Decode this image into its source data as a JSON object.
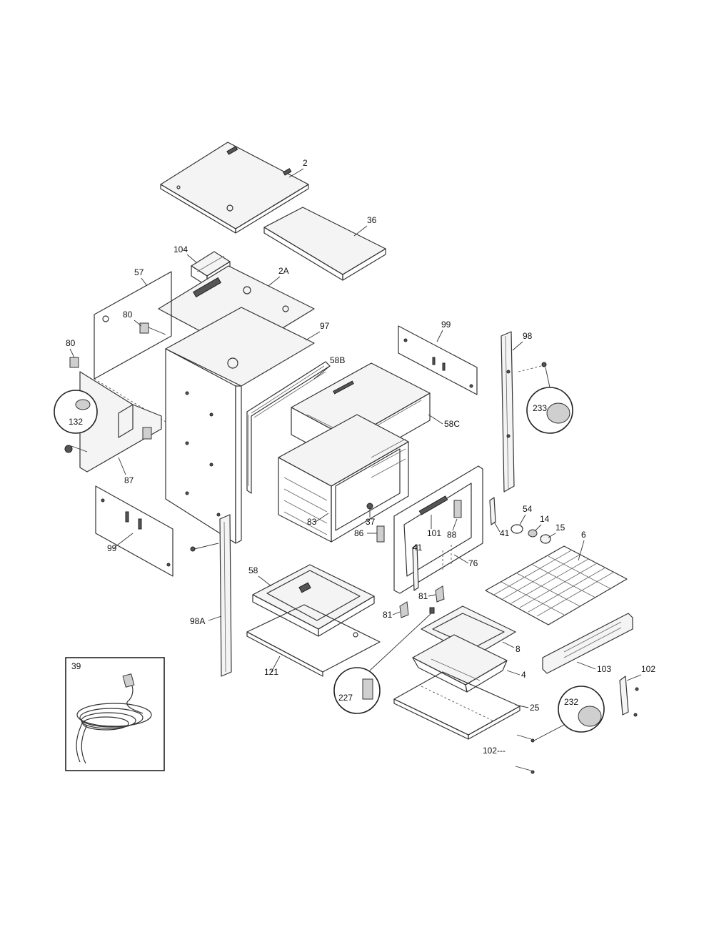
{
  "labels": {
    "p2": "2",
    "p36": "36",
    "p104": "104",
    "p57": "57",
    "p2A": "2A",
    "p80a": "80",
    "p80b": "80",
    "p97": "97",
    "p58B": "58B",
    "p99a": "99",
    "p98a": "98",
    "p233": "233",
    "p132": "132",
    "p58C": "58C",
    "p87": "87",
    "p83": "83",
    "p37": "37",
    "p101": "101",
    "p88": "88",
    "p54": "54",
    "p14": "14",
    "p15": "15",
    "p99b": "99",
    "p86": "86",
    "p41a": "41",
    "p41b": "41",
    "p76": "76",
    "p6": "6",
    "p58": "58",
    "p81a": "81",
    "p81b": "81",
    "p98A": "98A",
    "p8": "8",
    "p103": "103",
    "p102a": "102",
    "p121": "121",
    "p4": "4",
    "p227": "227",
    "p232": "232",
    "p25": "25",
    "p39": "39",
    "p102b": "102---"
  }
}
